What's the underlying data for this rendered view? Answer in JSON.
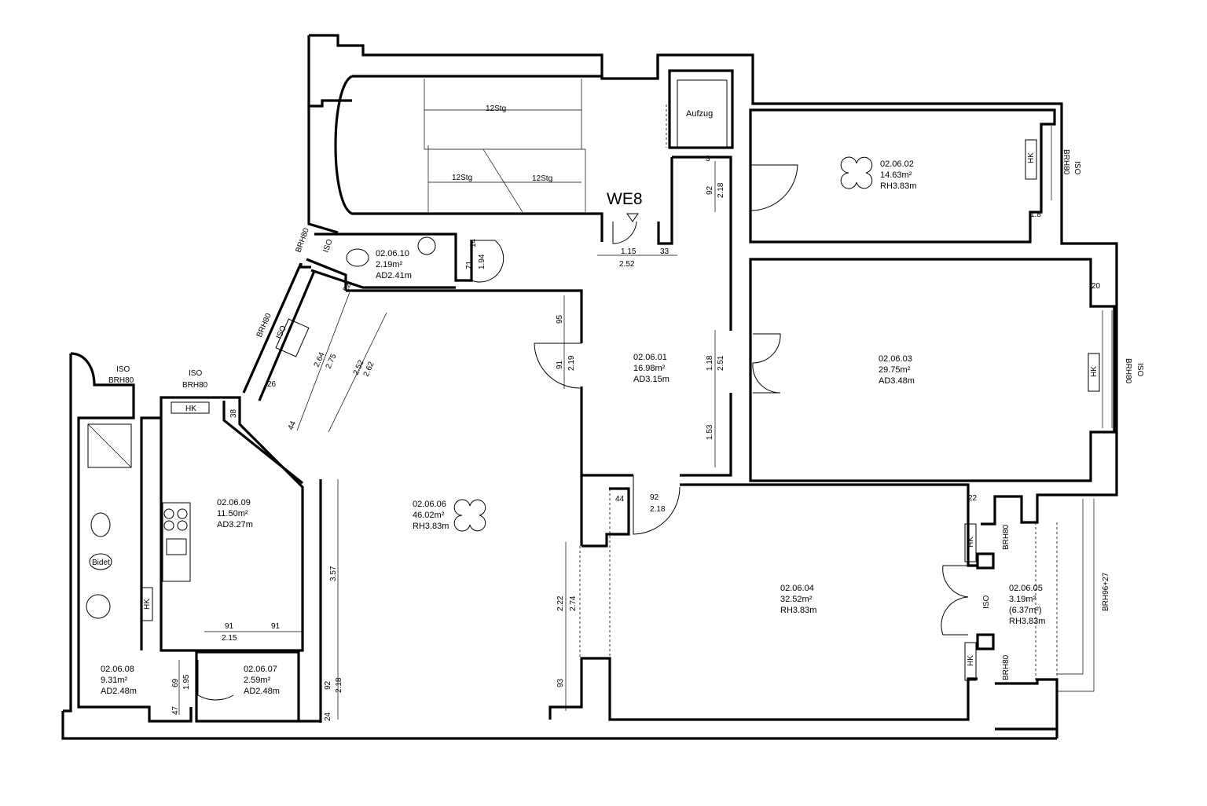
{
  "unit_label": "WE8",
  "elevator_label": "Aufzug",
  "rooms": [
    {
      "id": "02.06.02",
      "area": "14.63m²",
      "height": "RH3.83m"
    },
    {
      "id": "02.06.01",
      "area": "16.98m²",
      "height": "AD3.15m"
    },
    {
      "id": "02.06.03",
      "area": "29.75m²",
      "height": "AD3.48m"
    },
    {
      "id": "02.06.10",
      "area": "2.19m²",
      "height": "AD2.41m"
    },
    {
      "id": "02.06.06",
      "area": "46.02m²",
      "height": "RH3.83m"
    },
    {
      "id": "02.06.09",
      "area": "11.50m²",
      "height": "AD3.27m"
    },
    {
      "id": "02.06.04",
      "area": "32.52m²",
      "height": "RH3.83m"
    },
    {
      "id": "02.06.05",
      "area": "3.19m²",
      "extra": "(6.37m²)",
      "height": "RH3.83m"
    },
    {
      "id": "02.06.08",
      "area": "9.31m²",
      "height": "AD2.48m"
    },
    {
      "id": "02.06.07",
      "area": "2.59m²",
      "height": "AD2.48m"
    }
  ],
  "stairs": [
    "12Stg",
    "12Stg",
    "12Stg"
  ],
  "labels": [
    "HK",
    "ISO",
    "BRH80",
    "Bidet",
    "BRH96+27"
  ],
  "dimensions": [
    "1.15",
    "2.52",
    "33",
    "92",
    "2.18",
    "3",
    "71",
    "1.94",
    "14",
    "1.8",
    "95",
    "91",
    "2.19",
    "1.18",
    "2.51",
    "1.53",
    "2.64",
    "2.75",
    "2.52",
    "2.62",
    "22",
    "26",
    "44",
    "38",
    "3.57",
    "44",
    "92",
    "2.18",
    "22",
    "20",
    "2.22",
    "2.74",
    "93",
    "91",
    "91",
    "2.15",
    "69",
    "1.95",
    "47",
    "92",
    "2.18",
    "24"
  ]
}
